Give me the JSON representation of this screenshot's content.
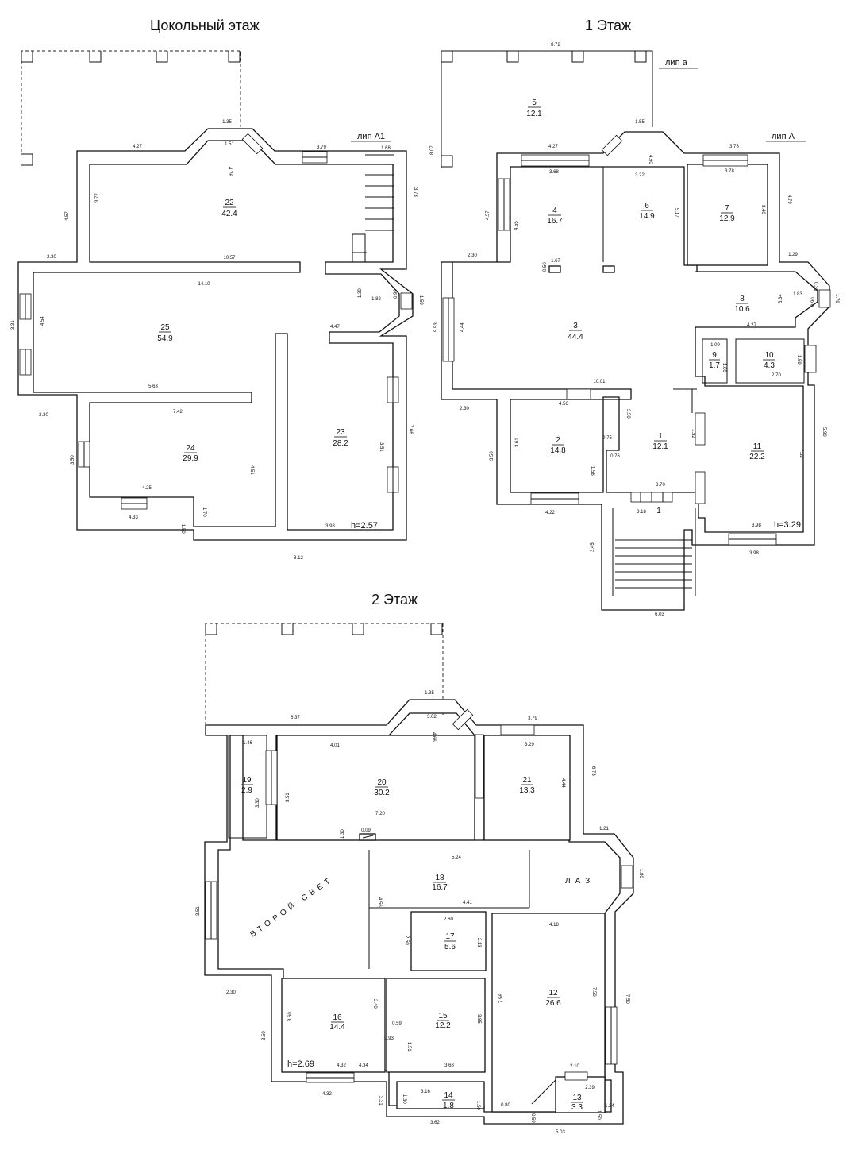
{
  "floors": {
    "basement": {
      "title": "Цокольный этаж",
      "lip": "лип А1",
      "height": "h=2.57",
      "rooms": [
        {
          "num": "22",
          "area": "42.4"
        },
        {
          "num": "25",
          "area": "54.9"
        },
        {
          "num": "24",
          "area": "29.9"
        },
        {
          "num": "23",
          "area": "28.2"
        }
      ],
      "dims": [
        "1.35",
        "4.27",
        "1.51",
        "3.79",
        "1.68",
        "4.76",
        "3.77",
        "3.73",
        "4.57",
        "2.30",
        "10.57",
        "14.10",
        "1.30",
        "1.82",
        "0.90",
        "1.59",
        "3.31",
        "4.54",
        "4.47",
        "5.63",
        "2.30",
        "7.42",
        "3.50",
        "4.51",
        "7.66",
        "3.51",
        "4.25",
        "4.33",
        "1.70",
        "1.50",
        "3.98",
        "8.12"
      ]
    },
    "first": {
      "title": "1 Этаж",
      "lip_a": "лип а",
      "lip_A": "лип А",
      "height": "h=3.29",
      "entrance": "1",
      "rooms": [
        {
          "num": "5",
          "area": "12.1"
        },
        {
          "num": "4",
          "area": "16.7"
        },
        {
          "num": "6",
          "area": "14.9"
        },
        {
          "num": "7",
          "area": "12.9"
        },
        {
          "num": "8",
          "area": "10.6"
        },
        {
          "num": "3",
          "area": "44.4"
        },
        {
          "num": "9",
          "area": "1.7"
        },
        {
          "num": "10",
          "area": "4.3"
        },
        {
          "num": "2",
          "area": "14.8"
        },
        {
          "num": "1",
          "area": "12.1"
        },
        {
          "num": "11",
          "area": "22.2"
        }
      ],
      "dims": [
        "8.72",
        "8.07",
        "1.55",
        "4.27",
        "3.78",
        "4.79",
        "4.90",
        "3.68",
        "3.22",
        "3.78",
        "3.40",
        "4.57",
        "4.55",
        "5.17",
        "2.30",
        "1.67",
        "0.50",
        "1.29",
        "0.39",
        "1.83",
        "0.90",
        "1.79",
        "3.34",
        "5.53",
        "4.44",
        "4.27",
        "1.09",
        "1.60",
        "1.59",
        "2.70",
        "10.01",
        "2.30",
        "4.56",
        "3.50",
        "3.61",
        "0.75",
        "1.52",
        "5.90",
        "3.50",
        "0.76",
        "1.56",
        "3.70",
        "7.52",
        "4.22",
        "3.18",
        "3.98",
        "3.45",
        "3.98",
        "6.03"
      ]
    },
    "second": {
      "title": "2 Этаж",
      "height": "h=2.69",
      "vtoroy_svet": "второй свет",
      "laz": "лаз",
      "rooms": [
        {
          "num": "19",
          "area": "2.9"
        },
        {
          "num": "20",
          "area": "30.2"
        },
        {
          "num": "21",
          "area": "13.3"
        },
        {
          "num": "18",
          "area": "16.7"
        },
        {
          "num": "17",
          "area": "5.6"
        },
        {
          "num": "16",
          "area": "14.4"
        },
        {
          "num": "15",
          "area": "12.2"
        },
        {
          "num": "12",
          "area": "26.6"
        },
        {
          "num": "14",
          "area": "1.8"
        },
        {
          "num": "13",
          "area": "3.3"
        }
      ],
      "dims": [
        "1.35",
        "6.37",
        "3.02",
        "3.79",
        "4.66",
        "1.46",
        "4.01",
        "3.29",
        "6.73",
        "3.30",
        "3.51",
        "4.44",
        "7.20",
        "1.30",
        "0.09",
        "1.21",
        "5.24",
        "1.80",
        "3.51",
        "4.56",
        "4.41",
        "2.60",
        "2.13",
        "4.18",
        "2.50",
        "2.30",
        "3.60",
        "2.40",
        "0.59",
        "3.85",
        "7.56",
        "7.50",
        "7.50",
        "3.50",
        "0.93",
        "1.51",
        "4.32",
        "4.34",
        "3.68",
        "2.10",
        "4.32",
        "3.16",
        "2.39",
        "3.31",
        "1.30",
        "1.50",
        "0.80",
        "1.24",
        "3.62",
        "0.59",
        "1.50",
        "5.03"
      ]
    }
  }
}
